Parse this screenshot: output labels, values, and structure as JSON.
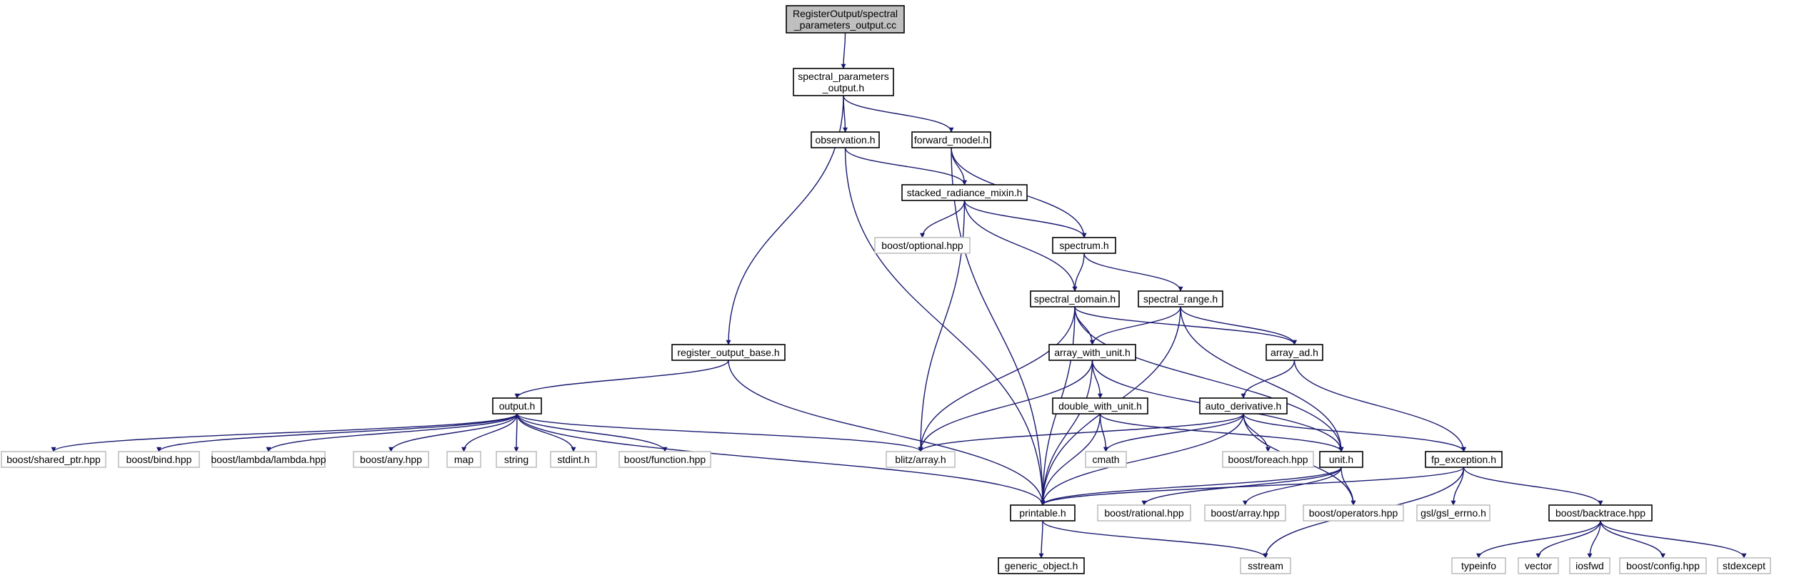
{
  "graph": {
    "colors": {
      "edge": "#191970",
      "node_border": "#000000",
      "root_fill": "#bfbfbf",
      "external_border": "#bfbfbf",
      "text": "#000000"
    },
    "nodes": [
      {
        "id": "root",
        "kind": "root",
        "lines": [
          "RegisterOutput/spectral",
          "_parameters_output.cc"
        ]
      },
      {
        "id": "spo_h",
        "kind": "local",
        "lines": [
          "spectral_parameters",
          "_output.h"
        ]
      },
      {
        "id": "observation_h",
        "kind": "local",
        "lines": [
          "observation.h"
        ]
      },
      {
        "id": "forward_model_h",
        "kind": "local",
        "lines": [
          "forward_model.h"
        ]
      },
      {
        "id": "stacked_radiance_mixin_h",
        "kind": "local",
        "lines": [
          "stacked_radiance_mixin.h"
        ]
      },
      {
        "id": "boost_optional_hpp",
        "kind": "external",
        "lines": [
          "boost/optional.hpp"
        ]
      },
      {
        "id": "spectrum_h",
        "kind": "local",
        "lines": [
          "spectrum.h"
        ]
      },
      {
        "id": "spectral_domain_h",
        "kind": "local",
        "lines": [
          "spectral_domain.h"
        ]
      },
      {
        "id": "spectral_range_h",
        "kind": "local",
        "lines": [
          "spectral_range.h"
        ]
      },
      {
        "id": "register_output_base_h",
        "kind": "local",
        "lines": [
          "register_output_base.h"
        ]
      },
      {
        "id": "array_with_unit_h",
        "kind": "local",
        "lines": [
          "array_with_unit.h"
        ]
      },
      {
        "id": "array_ad_h",
        "kind": "local",
        "lines": [
          "array_ad.h"
        ]
      },
      {
        "id": "output_h",
        "kind": "local",
        "lines": [
          "output.h"
        ]
      },
      {
        "id": "double_with_unit_h",
        "kind": "local",
        "lines": [
          "double_with_unit.h"
        ]
      },
      {
        "id": "auto_derivative_h",
        "kind": "local",
        "lines": [
          "auto_derivative.h"
        ]
      },
      {
        "id": "boost_shared_ptr_hpp",
        "kind": "external",
        "lines": [
          "boost/shared_ptr.hpp"
        ]
      },
      {
        "id": "boost_bind_hpp",
        "kind": "external",
        "lines": [
          "boost/bind.hpp"
        ]
      },
      {
        "id": "boost_lambda_lambda_hpp",
        "kind": "external",
        "lines": [
          "boost/lambda/lambda.hpp"
        ]
      },
      {
        "id": "boost_any_hpp",
        "kind": "external",
        "lines": [
          "boost/any.hpp"
        ]
      },
      {
        "id": "map",
        "kind": "external",
        "lines": [
          "map"
        ]
      },
      {
        "id": "string",
        "kind": "external",
        "lines": [
          "string"
        ]
      },
      {
        "id": "stdint_h",
        "kind": "external",
        "lines": [
          "stdint.h"
        ]
      },
      {
        "id": "boost_function_hpp",
        "kind": "external",
        "lines": [
          "boost/function.hpp"
        ]
      },
      {
        "id": "blitz_array_h",
        "kind": "external",
        "lines": [
          "blitz/array.h"
        ]
      },
      {
        "id": "cmath",
        "kind": "external",
        "lines": [
          "cmath"
        ]
      },
      {
        "id": "boost_foreach_hpp",
        "kind": "external",
        "lines": [
          "boost/foreach.hpp"
        ]
      },
      {
        "id": "unit_h",
        "kind": "local",
        "lines": [
          "unit.h"
        ]
      },
      {
        "id": "fp_exception_h",
        "kind": "local",
        "lines": [
          "fp_exception.h"
        ]
      },
      {
        "id": "printable_h",
        "kind": "local",
        "lines": [
          "printable.h"
        ]
      },
      {
        "id": "boost_rational_hpp",
        "kind": "external",
        "lines": [
          "boost/rational.hpp"
        ]
      },
      {
        "id": "boost_array_hpp",
        "kind": "external",
        "lines": [
          "boost/array.hpp"
        ]
      },
      {
        "id": "boost_operators_hpp",
        "kind": "external",
        "lines": [
          "boost/operators.hpp"
        ]
      },
      {
        "id": "gsl_gsl_errno_h",
        "kind": "external",
        "lines": [
          "gsl/gsl_errno.h"
        ]
      },
      {
        "id": "boost_backtrace_hpp",
        "kind": "local",
        "lines": [
          "boost/backtrace.hpp"
        ]
      },
      {
        "id": "generic_object_h",
        "kind": "local",
        "lines": [
          "generic_object.h"
        ]
      },
      {
        "id": "sstream",
        "kind": "external",
        "lines": [
          "sstream"
        ]
      },
      {
        "id": "typeinfo",
        "kind": "external",
        "lines": [
          "typeinfo"
        ]
      },
      {
        "id": "vector",
        "kind": "external",
        "lines": [
          "vector"
        ]
      },
      {
        "id": "iosfwd",
        "kind": "external",
        "lines": [
          "iosfwd"
        ]
      },
      {
        "id": "boost_config_hpp",
        "kind": "external",
        "lines": [
          "boost/config.hpp"
        ]
      },
      {
        "id": "stdexcept",
        "kind": "external",
        "lines": [
          "stdexcept"
        ]
      }
    ],
    "edges": [
      [
        "root",
        "spo_h"
      ],
      [
        "spo_h",
        "observation_h"
      ],
      [
        "spo_h",
        "forward_model_h"
      ],
      [
        "spo_h",
        "register_output_base_h"
      ],
      [
        "observation_h",
        "stacked_radiance_mixin_h"
      ],
      [
        "observation_h",
        "printable_h"
      ],
      [
        "forward_model_h",
        "stacked_radiance_mixin_h"
      ],
      [
        "forward_model_h",
        "spectrum_h"
      ],
      [
        "forward_model_h",
        "printable_h"
      ],
      [
        "stacked_radiance_mixin_h",
        "boost_optional_hpp"
      ],
      [
        "stacked_radiance_mixin_h",
        "spectrum_h"
      ],
      [
        "stacked_radiance_mixin_h",
        "spectral_domain_h"
      ],
      [
        "stacked_radiance_mixin_h",
        "blitz_array_h"
      ],
      [
        "spectrum_h",
        "spectral_domain_h"
      ],
      [
        "spectrum_h",
        "spectral_range_h"
      ],
      [
        "spectral_domain_h",
        "array_with_unit_h"
      ],
      [
        "spectral_domain_h",
        "array_ad_h"
      ],
      [
        "spectral_domain_h",
        "unit_h"
      ],
      [
        "spectral_domain_h",
        "printable_h"
      ],
      [
        "spectral_domain_h",
        "blitz_array_h"
      ],
      [
        "spectral_range_h",
        "array_with_unit_h"
      ],
      [
        "spectral_range_h",
        "array_ad_h"
      ],
      [
        "spectral_range_h",
        "unit_h"
      ],
      [
        "spectral_range_h",
        "printable_h"
      ],
      [
        "register_output_base_h",
        "output_h"
      ],
      [
        "register_output_base_h",
        "printable_h"
      ],
      [
        "array_with_unit_h",
        "double_with_unit_h"
      ],
      [
        "array_with_unit_h",
        "blitz_array_h"
      ],
      [
        "array_with_unit_h",
        "unit_h"
      ],
      [
        "array_with_unit_h",
        "printable_h"
      ],
      [
        "array_ad_h",
        "auto_derivative_h"
      ],
      [
        "array_ad_h",
        "fp_exception_h"
      ],
      [
        "output_h",
        "boost_shared_ptr_hpp"
      ],
      [
        "output_h",
        "boost_bind_hpp"
      ],
      [
        "output_h",
        "boost_lambda_lambda_hpp"
      ],
      [
        "output_h",
        "boost_any_hpp"
      ],
      [
        "output_h",
        "map"
      ],
      [
        "output_h",
        "string"
      ],
      [
        "output_h",
        "stdint_h"
      ],
      [
        "output_h",
        "boost_function_hpp"
      ],
      [
        "output_h",
        "blitz_array_h"
      ],
      [
        "output_h",
        "printable_h"
      ],
      [
        "double_with_unit_h",
        "cmath"
      ],
      [
        "double_with_unit_h",
        "unit_h"
      ],
      [
        "double_with_unit_h",
        "printable_h"
      ],
      [
        "auto_derivative_h",
        "blitz_array_h"
      ],
      [
        "auto_derivative_h",
        "cmath"
      ],
      [
        "auto_derivative_h",
        "boost_foreach_hpp"
      ],
      [
        "auto_derivative_h",
        "fp_exception_h"
      ],
      [
        "auto_derivative_h",
        "boost_operators_hpp"
      ],
      [
        "auto_derivative_h",
        "printable_h"
      ],
      [
        "unit_h",
        "printable_h"
      ],
      [
        "unit_h",
        "boost_rational_hpp"
      ],
      [
        "unit_h",
        "boost_array_hpp"
      ],
      [
        "unit_h",
        "boost_operators_hpp"
      ],
      [
        "fp_exception_h",
        "printable_h"
      ],
      [
        "fp_exception_h",
        "gsl_gsl_errno_h"
      ],
      [
        "fp_exception_h",
        "boost_backtrace_hpp"
      ],
      [
        "fp_exception_h",
        "sstream"
      ],
      [
        "printable_h",
        "generic_object_h"
      ],
      [
        "printable_h",
        "sstream"
      ],
      [
        "boost_backtrace_hpp",
        "typeinfo"
      ],
      [
        "boost_backtrace_hpp",
        "vector"
      ],
      [
        "boost_backtrace_hpp",
        "iosfwd"
      ],
      [
        "boost_backtrace_hpp",
        "boost_config_hpp"
      ],
      [
        "boost_backtrace_hpp",
        "stdexcept"
      ]
    ]
  }
}
